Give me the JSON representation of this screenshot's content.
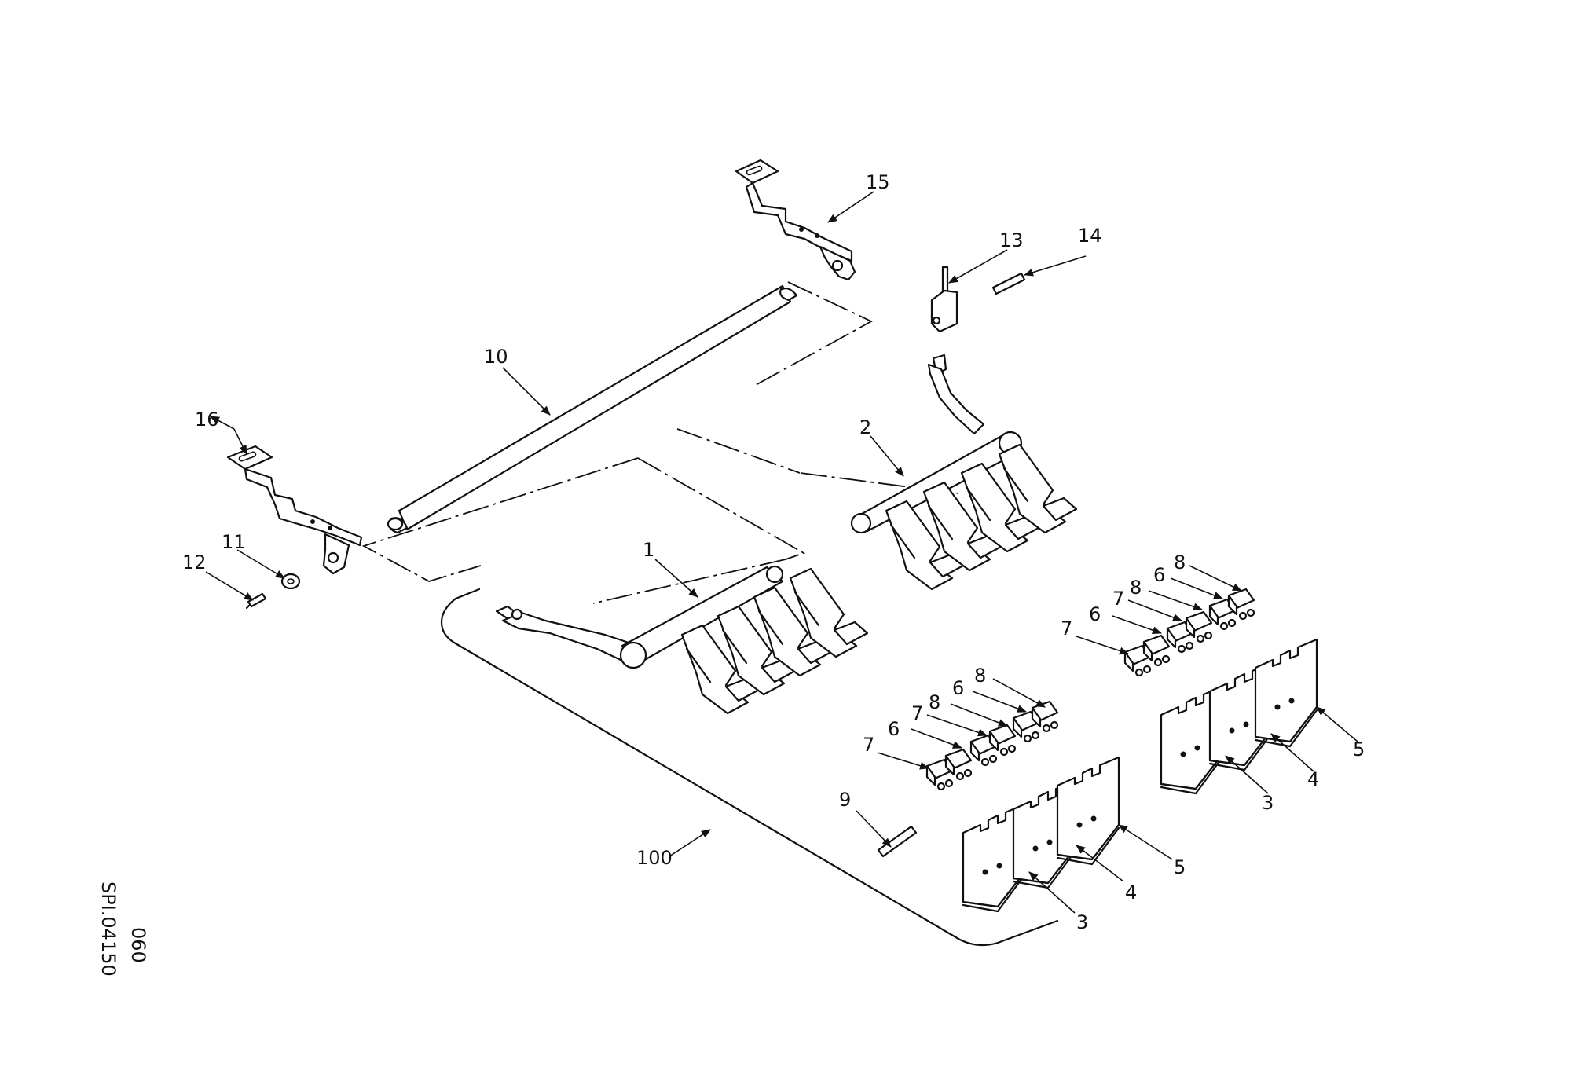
{
  "callouts": [
    "1",
    "2",
    "3",
    "4",
    "5",
    "6",
    "7",
    "8",
    "9",
    "10",
    "11",
    "12",
    "13",
    "14",
    "15",
    "16",
    "100"
  ],
  "drawing_codes": {
    "line1": "SPI.04150",
    "line2": "060"
  }
}
